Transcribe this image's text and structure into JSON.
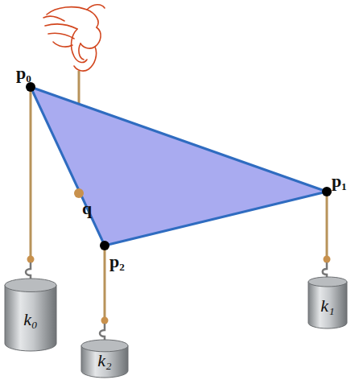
{
  "diagram": {
    "nodes": [
      {
        "text": [
          "k₀"
        ]
      },
      {
        "text": [
          "k₁"
        ]
      },
      {
        "text": [
          "k₂"
        ]
      }
    ],
    "labels": [
      "p₀",
      "p₁",
      "p₂",
      "q"
    ]
  }
}
